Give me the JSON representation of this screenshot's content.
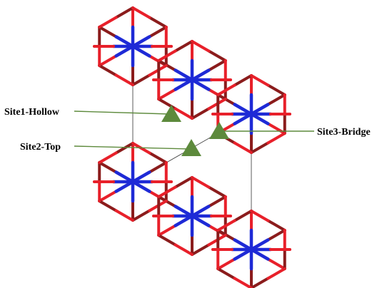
{
  "diagram": {
    "colors": {
      "bond_a": "#e8202a",
      "bond_b": "#8b1c1c",
      "bond_c": "#1e2ad6",
      "cell_outline": "#333333",
      "site_marker": "#5d8a3c",
      "leader_line": "#5d8a3c"
    },
    "labels": {
      "site1": "Site1-Hollow",
      "site2": "Site2-Top",
      "site3": "Site3-Bridge"
    }
  }
}
